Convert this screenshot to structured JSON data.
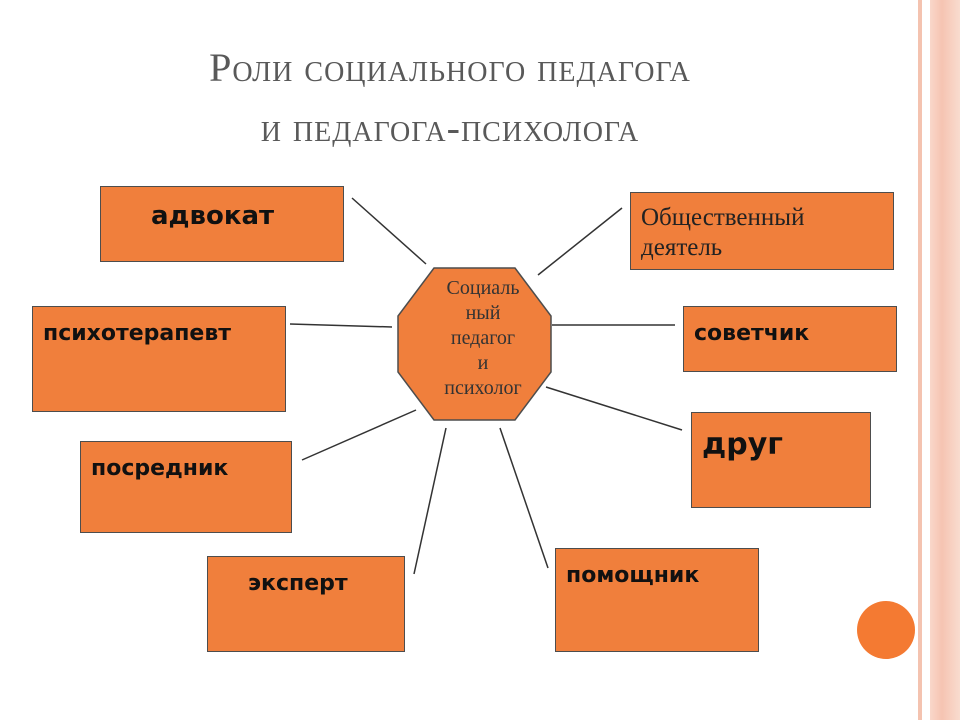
{
  "title": {
    "line1": "Роли социального педагога",
    "line2": "и педагога-психолога"
  },
  "center": {
    "lines": [
      "Социаль",
      "ный",
      "педагог",
      "и",
      "психолог"
    ]
  },
  "roles": [
    {
      "id": "advokat",
      "label": "адвокат"
    },
    {
      "id": "obshchestvennyi-deyatel",
      "label": "Общественный деятель"
    },
    {
      "id": "psikhoterapevt",
      "label": "психотерапевт"
    },
    {
      "id": "sovetchik",
      "label": "советчик"
    },
    {
      "id": "drug",
      "label": "друг"
    },
    {
      "id": "posrednik",
      "label": "посредник"
    },
    {
      "id": "ekspert",
      "label": "эксперт"
    },
    {
      "id": "pomoshchnik",
      "label": "помощник"
    }
  ],
  "colors": {
    "box_fill": "#f07f3c",
    "accent_circle": "#f47a32",
    "stripe": "#f6c9b8",
    "title": "#595959"
  }
}
